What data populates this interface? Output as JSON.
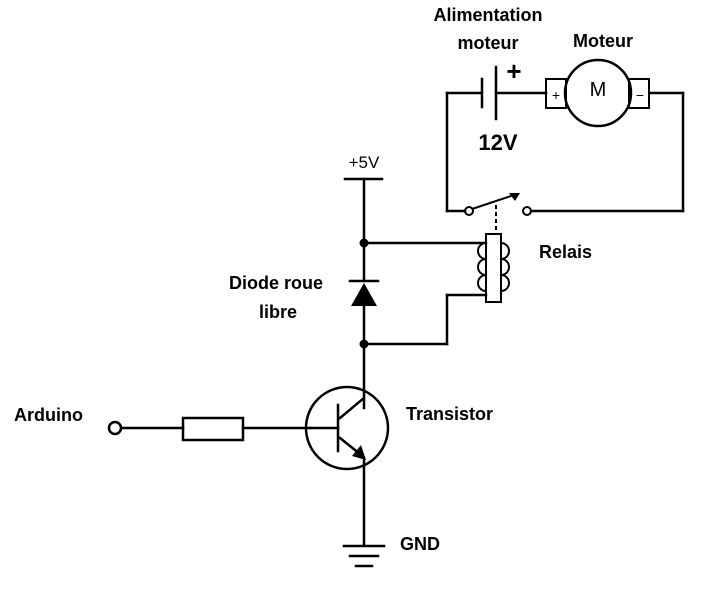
{
  "labels": {
    "supply_line1": "Alimentation",
    "supply_line2": "moteur",
    "supply_plus": "+",
    "motor_title": "Moteur",
    "motor_letter": "M",
    "motor_plus": "+",
    "motor_minus": "−",
    "voltage_12": "12V",
    "vcc": "+5V",
    "relay": "Relais",
    "diode_line1": "Diode roue",
    "diode_line2": "libre",
    "arduino": "Arduino",
    "transistor": "Transistor",
    "gnd": "GND"
  }
}
